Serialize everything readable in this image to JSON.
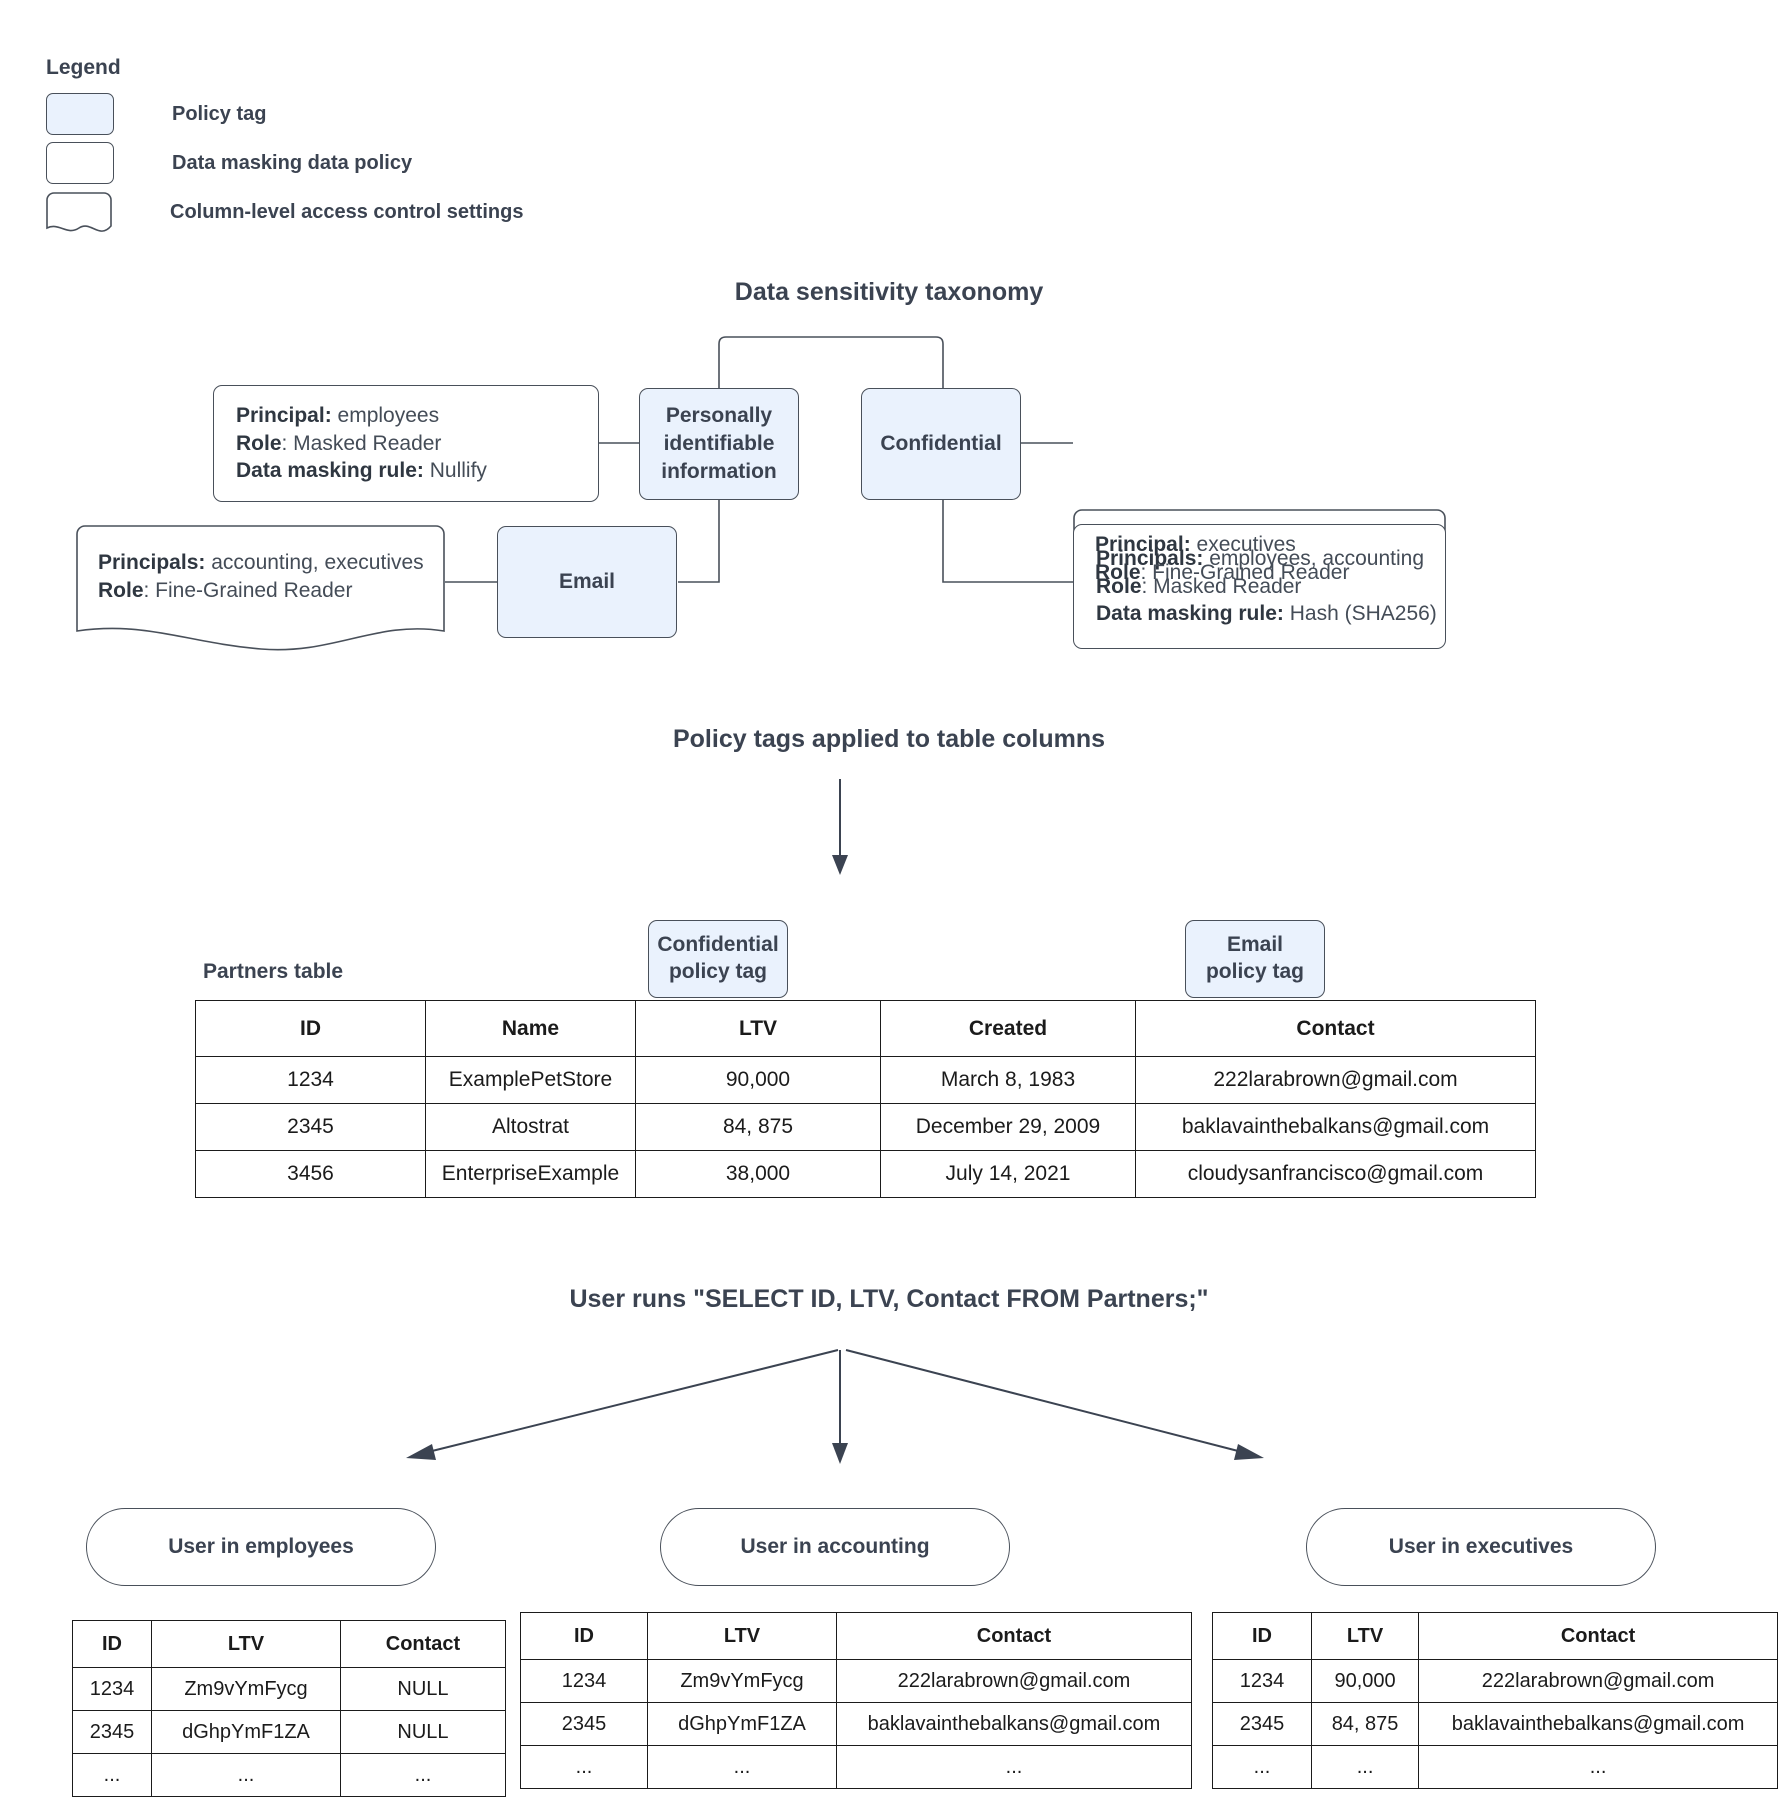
{
  "legend": {
    "title": "Legend",
    "items": [
      {
        "swatch": "policy-tag-swatch",
        "label": "Policy tag"
      },
      {
        "swatch": "data-masking-policy-swatch",
        "label": "Data masking data policy"
      },
      {
        "swatch": "column-access-control-swatch",
        "label": "Column-level access control settings"
      }
    ]
  },
  "taxonomy": {
    "title": "Data sensitivity taxonomy",
    "tags": {
      "pii": "Personally identifiable information",
      "confidential": "Confidential",
      "email": "Email"
    },
    "policies": {
      "pii_masking": {
        "principal_label": "Principal:",
        "principal_value": " employees",
        "role_label": "Role",
        "role_value": ": Masked Reader",
        "rule_label": "Data masking rule:",
        "rule_value": " Nullify"
      },
      "email_access": {
        "principal_label": "Principals:",
        "principal_value": " accounting, executives",
        "role_label": "Role",
        "role_value": ": Fine-Grained Reader"
      },
      "confidential_access": {
        "principal_label": "Principal:",
        "principal_value": " executives",
        "role_label": "Role",
        "role_value": ": Fine-Grained Reader"
      },
      "confidential_masking": {
        "principal_label": "Principals:",
        "principal_value": " employees, accounting",
        "role_label": "Role",
        "role_value": ": Masked Reader",
        "rule_label": "Data masking rule:",
        "rule_value": " Hash (SHA256)"
      }
    }
  },
  "applied": {
    "title": "Policy tags applied to table columns",
    "table_label": "Partners table",
    "tag_callouts": {
      "confidential": {
        "line1": "Confidential",
        "line2": "policy tag"
      },
      "email": {
        "line1": "Email",
        "line2": "policy tag"
      }
    },
    "table": {
      "columns": [
        "ID",
        "Name",
        "LTV",
        "Created",
        "Contact"
      ],
      "rows": [
        [
          "1234",
          "ExamplePetStore",
          "90,000",
          "March 8, 1983",
          "222larabrown@gmail.com"
        ],
        [
          "2345",
          "Altostrat",
          "84, 875",
          "December 29, 2009",
          "baklavainthebalkans@gmail.com"
        ],
        [
          "3456",
          "EnterpriseExample",
          "38,000",
          "July 14, 2021",
          "cloudysanfrancisco@gmail.com"
        ]
      ]
    }
  },
  "query": {
    "title": "User runs \"SELECT ID, LTV, Contact FROM Partners;\"",
    "results": [
      {
        "persona": "User in employees",
        "columns": [
          "ID",
          "LTV",
          "Contact"
        ],
        "rows": [
          [
            "1234",
            "Zm9vYmFycg",
            "NULL"
          ],
          [
            "2345",
            "dGhpYmF1ZA",
            "NULL"
          ],
          [
            "...",
            "...",
            "..."
          ]
        ]
      },
      {
        "persona": "User in accounting",
        "columns": [
          "ID",
          "LTV",
          "Contact"
        ],
        "rows": [
          [
            "1234",
            "Zm9vYmFycg",
            "222larabrown@gmail.com"
          ],
          [
            "2345",
            "dGhpYmF1ZA",
            "baklavainthebalkans@gmail.com"
          ],
          [
            "...",
            "...",
            "..."
          ]
        ]
      },
      {
        "persona": "User in executives",
        "columns": [
          "ID",
          "LTV",
          "Contact"
        ],
        "rows": [
          [
            "1234",
            "90,000",
            "222larabrown@gmail.com"
          ],
          [
            "2345",
            "84, 875",
            "baklavainthebalkans@gmail.com"
          ],
          [
            "...",
            "...",
            "..."
          ]
        ]
      }
    ]
  },
  "colors": {
    "policy_tag_fill": "#eaf2fd",
    "stroke": "#49505a",
    "text": "#3b4351",
    "table_border": "#1b1b1b"
  }
}
